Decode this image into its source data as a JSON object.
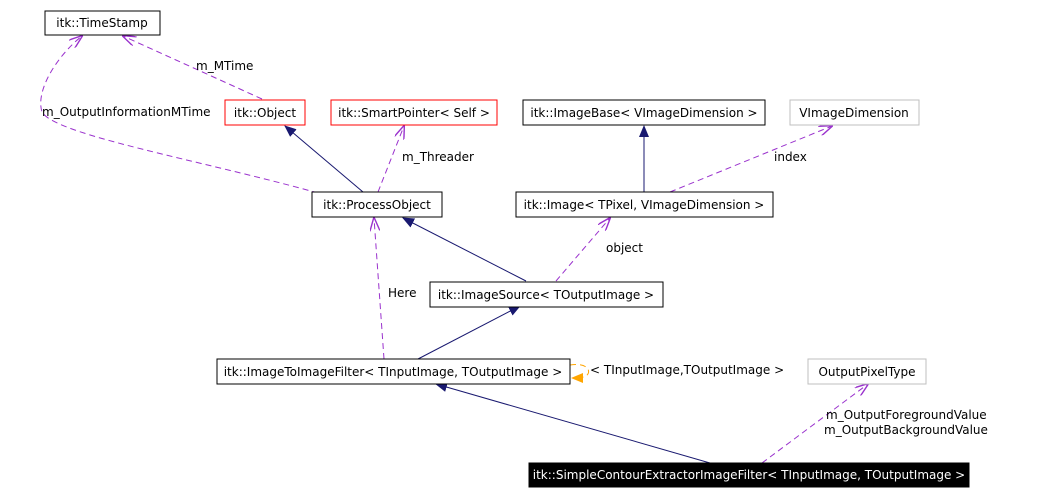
{
  "colors": {
    "inherit_edge": "#191970",
    "usage_edge": "#9a32cd",
    "template_edge": "#ffa500",
    "documented_border": "#000000",
    "undocumented_border": "#ff0000",
    "external_border": "#bfbfbf",
    "focus_fill": "#000000",
    "focus_text": "#ffffff"
  },
  "nodes": {
    "timestamp": "itk::TimeStamp",
    "object": "itk::Object",
    "smartpointer": "itk::SmartPointer< Self >",
    "imagebase": "itk::ImageBase< VImageDimension >",
    "vimagedim": "VImageDimension",
    "processobject": "itk::ProcessObject",
    "image": "itk::Image< TPixel, VImageDimension >",
    "imagesource": "itk::ImageSource< TOutputImage >",
    "imagetoimage": "itk::ImageToImageFilter< TInputImage, TOutputImage >",
    "outputpixeltype": "OutputPixelType",
    "focus": "itk::SimpleContourExtractorImageFilter< TInputImage, TOutputImage >"
  },
  "edge_labels": {
    "m_mtime": "m_MTime",
    "m_outputinfo": "m_OutputInformationMTime",
    "m_threader": "m_Threader",
    "index": "index",
    "object": "object",
    "here": "Here",
    "template_args": "< TInputImage,TOutputImage >",
    "fg_value": "m_OutputForegroundValue",
    "bg_value": "m_OutputBackgroundValue"
  }
}
